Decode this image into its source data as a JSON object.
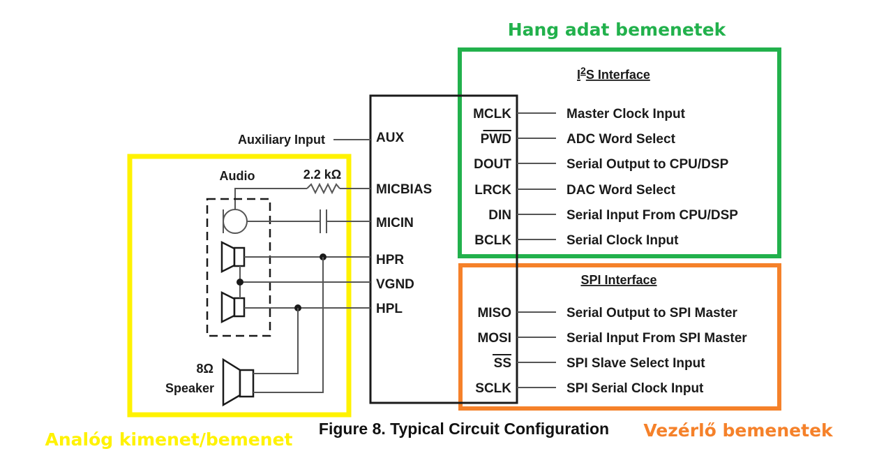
{
  "highlights": {
    "green": {
      "label": "Hang adat bemenetek",
      "color": "#22b14c"
    },
    "orange": {
      "label": "Vezérlő bemenetek",
      "color": "#f5812a"
    },
    "yellow": {
      "label": "Analóg kimenet/bemenet",
      "color": "#fff200"
    }
  },
  "caption": "Figure 8. Typical Circuit Configuration",
  "chip": {
    "left_pins": [
      {
        "name": "AUX",
        "label": "Auxiliary Input"
      },
      {
        "name": "MICBIAS"
      },
      {
        "name": "MICIN"
      },
      {
        "name": "HPR"
      },
      {
        "name": "VGND"
      },
      {
        "name": "HPL"
      }
    ],
    "i2s": {
      "title_prefix": "I",
      "title_sup": "2",
      "title_suffix": "S Interface",
      "pins": [
        {
          "name": "MCLK",
          "desc": "Master Clock Input",
          "overbar": false
        },
        {
          "name": "PWD",
          "desc": "ADC Word Select",
          "overbar": true
        },
        {
          "name": "DOUT",
          "desc": "Serial Output to CPU/DSP",
          "overbar": false
        },
        {
          "name": "LRCK",
          "desc": "DAC Word Select",
          "overbar": false
        },
        {
          "name": "DIN",
          "desc": "Serial Input From CPU/DSP",
          "overbar": false
        },
        {
          "name": "BCLK",
          "desc": "Serial Clock Input",
          "overbar": false
        }
      ]
    },
    "spi": {
      "title": "SPI Interface",
      "pins": [
        {
          "name": "MISO",
          "desc": "Serial Output to SPI Master",
          "overbar": false
        },
        {
          "name": "MOSI",
          "desc": "Serial Input From SPI Master",
          "overbar": false
        },
        {
          "name": "SS",
          "desc": "SPI Slave Select Input",
          "overbar": true
        },
        {
          "name": "SCLK",
          "desc": "SPI Serial Clock Input",
          "overbar": false
        }
      ]
    }
  },
  "components": {
    "audio_label": "Audio",
    "resistor_label": "2.2 kΩ",
    "speaker_value": "8Ω",
    "speaker_label": "Speaker"
  }
}
